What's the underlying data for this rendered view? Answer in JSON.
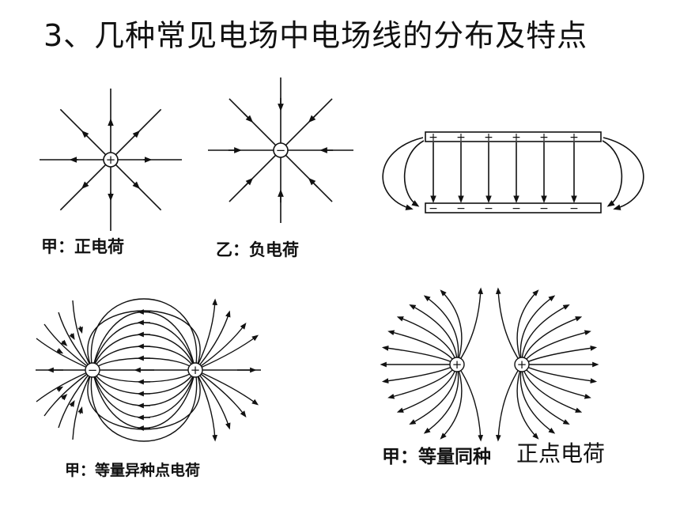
{
  "title": "3、几种常见电场中电场线的分布及特点",
  "captions": {
    "positive_charge": "甲：正电荷",
    "negative_charge": "乙：负电荷",
    "unlike_pair": "甲：等量异种点电荷",
    "like_pair_prefix": "甲：等量同种",
    "like_pair_suffix": "正点电荷"
  },
  "symbols": {
    "plus": "+",
    "minus": "−"
  },
  "colors": {
    "ink": "#111111",
    "background": "#ffffff"
  }
}
